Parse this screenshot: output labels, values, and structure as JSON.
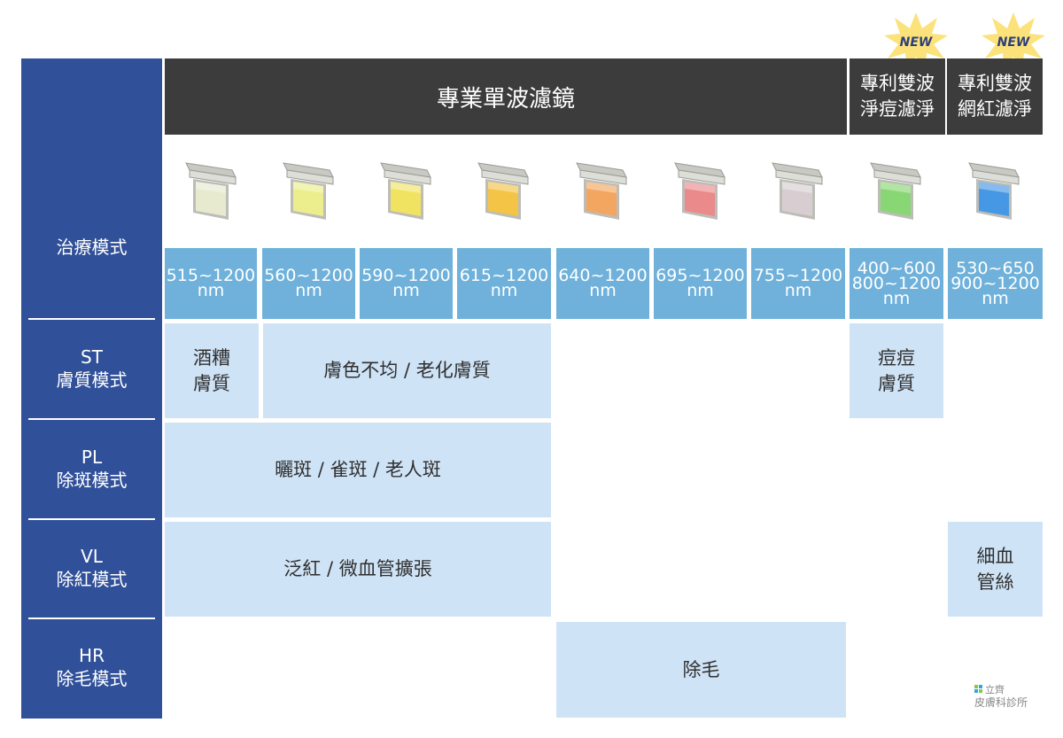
{
  "left_column": {
    "mode_label": "治療模式",
    "rows": [
      {
        "code": "ST",
        "name": "膚質模式"
      },
      {
        "code": "PL",
        "name": "除斑模式"
      },
      {
        "code": "VL",
        "name": "除紅模式"
      },
      {
        "code": "HR",
        "name": "除毛模式"
      }
    ]
  },
  "header": {
    "main_title": "專業單波濾鏡",
    "patent_acne": {
      "line1": "專利雙波",
      "line2": "淨痘濾淨"
    },
    "patent_red": {
      "line1": "專利雙波",
      "line2": "網紅濾淨"
    },
    "new_badge": "NEW"
  },
  "filters": [
    {
      "line1": "515~1200",
      "line2": "nm",
      "color": "#e9ecd0"
    },
    {
      "line1": "560~1200",
      "line2": "nm",
      "color": "#eef08a"
    },
    {
      "line1": "590~1200",
      "line2": "nm",
      "color": "#f2e55c"
    },
    {
      "line1": "615~1200",
      "line2": "nm",
      "color": "#f5c43e"
    },
    {
      "line1": "640~1200",
      "line2": "nm",
      "color": "#f5a45a"
    },
    {
      "line1": "695~1200",
      "line2": "nm",
      "color": "#ec8787"
    },
    {
      "line1": "755~1200",
      "line2": "nm",
      "color": "#d9cfd3"
    },
    {
      "line1": "400~600",
      "line2": "800~1200",
      "line3": "nm",
      "color": "#86d870"
    },
    {
      "line1": "530~650",
      "line2": "900~1200",
      "line3": "nm",
      "color": "#3f95e6"
    }
  ],
  "cells": {
    "st_rosacea": {
      "line1": "酒糟",
      "line2": "膚質"
    },
    "st_uneven": "膚色不均 / 老化膚質",
    "st_acne": {
      "line1": "痘痘",
      "line2": "膚質"
    },
    "pl_spots": "曬斑 / 雀斑 / 老人斑",
    "vl_redness": "泛紅 / 微血管擴張",
    "vl_capillary": {
      "line1": "細血",
      "line2": "管絲"
    },
    "hr_hair": "除毛"
  },
  "logo": {
    "line1": "立齊",
    "line2": "皮膚科診所"
  },
  "colors": {
    "left_column": "#30509a",
    "header": "#3c3c3c",
    "wavelength": "#6fb1da",
    "cell": "#cfe3f6",
    "badge": "#fbe27a"
  }
}
